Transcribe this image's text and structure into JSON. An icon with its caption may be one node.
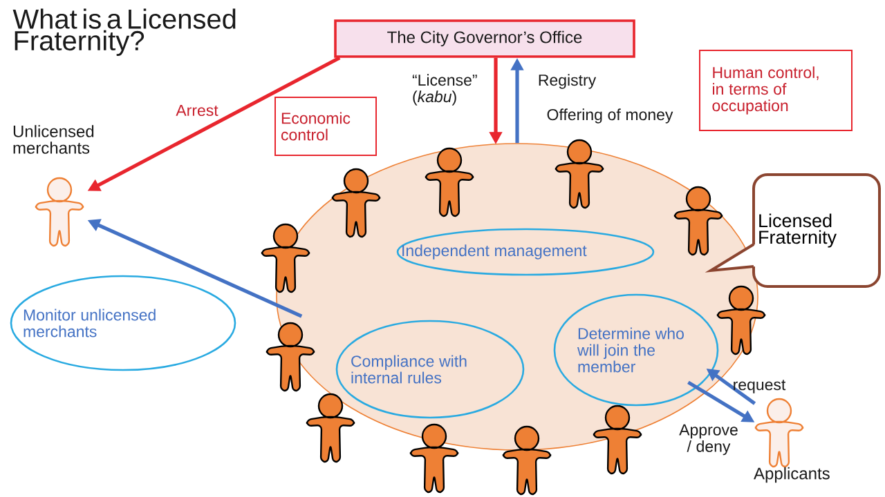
{
  "diagram": {
    "title": "What is a Licensed Fraternity?",
    "nodes": [
      {
        "text": [
          "The City Governor’s Office"
        ]
      },
      {
        "text": [
          "Unlicensed merchants"
        ]
      },
      {
        "text": [],
        "shape": "ellipse"
      },
      {
        "text": [
          "Independent management"
        ],
        "in": 2
      },
      {
        "text": [
          "Compliance with internal rules"
        ],
        "in": 2
      },
      {
        "text": [
          "Determine who will join the member"
        ],
        "in": 2
      },
      {
        "text": [
          "Monitor unlicensed merchants"
        ]
      },
      {
        "text": [
          "Applicants"
        ]
      },
      {
        "text": [
          "Licensed Fraternity"
        ]
      },
      {
        "text": [
          "Economic control"
        ]
      },
      {
        "text": [
          "Human control, in terms of occupation"
        ]
      }
    ],
    "edges": [
      {
        "from": 0,
        "to": 1,
        "arrow": "to",
        "label": "Arrest",
        "color": "#e8262e"
      },
      {
        "from": 0,
        "to": 2,
        "arrow": "to",
        "label": "“License” (*kabu*)",
        "color": "#e8262e"
      },
      {
        "from": 2,
        "to": 0,
        "arrow": "to",
        "label": "Registry"
      },
      {
        "from": 2,
        "to": 1,
        "arrow": "to"
      },
      {
        "from": 7,
        "to": 5,
        "arrow": "to",
        "label": "request"
      },
      {
        "from": 5,
        "to": 7,
        "arrow": "to",
        "label": "Approve / deny"
      }
    ],
    "labels": [
      "Offering of money"
    ]
  }
}
